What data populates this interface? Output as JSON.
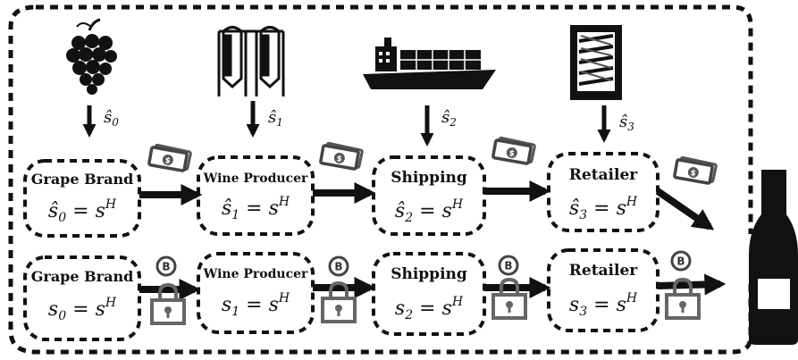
{
  "top_row": {
    "stages": [
      {
        "name": "Grape Brand",
        "var": "ŝ",
        "sub": "0",
        "rhs": "s",
        "sup": "H"
      },
      {
        "name": "Wine Producer",
        "var": "ŝ",
        "sub": "1",
        "rhs": "s",
        "sup": "H"
      },
      {
        "name": "Shipping",
        "var": "ŝ",
        "sub": "2",
        "rhs": "s",
        "sup": "H"
      },
      {
        "name": "Retailer",
        "var": "ŝ",
        "sub": "3",
        "rhs": "s",
        "sup": "H"
      }
    ],
    "inputs": [
      {
        "icon": "grapes-icon",
        "var": "ŝ",
        "sub": "0"
      },
      {
        "icon": "silo-tanks-icon",
        "var": "ŝ",
        "sub": "1"
      },
      {
        "icon": "cargo-ship-icon",
        "var": "ŝ",
        "sub": "2"
      },
      {
        "icon": "wine-rack-icon",
        "var": "ŝ",
        "sub": "3"
      }
    ]
  },
  "bottom_row": {
    "stages": [
      {
        "name": "Grape Brand",
        "var": "s",
        "sub": "0",
        "rhs": "s",
        "sup": "H"
      },
      {
        "name": "Wine Producer",
        "var": "s",
        "sub": "1",
        "rhs": "s",
        "sup": "H"
      },
      {
        "name": "Shipping",
        "var": "s",
        "sub": "2",
        "rhs": "s",
        "sup": "H"
      },
      {
        "name": "Retailer",
        "var": "s",
        "sub": "3",
        "rhs": "s",
        "sup": "H"
      }
    ]
  },
  "icons": {
    "money": "money-bills-icon",
    "coin_symbol": "B",
    "lock": "padlock-icon",
    "bottle": "wine-bottle-icon"
  },
  "colors": {
    "ink": "#111111",
    "lock_gray": "#666666",
    "money_gray": "#555555"
  }
}
